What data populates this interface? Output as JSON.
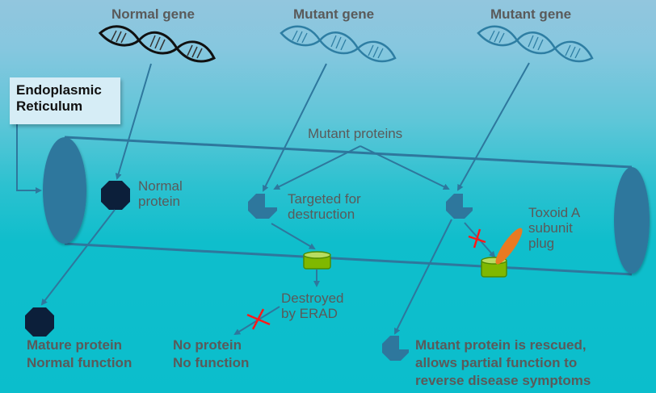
{
  "title_labels": {
    "normal_gene": "Normal gene",
    "mutant_gene_1": "Mutant gene",
    "mutant_gene_2": "Mutant gene"
  },
  "organelle": {
    "line1": "Endoplasmic",
    "line2": "Reticulum"
  },
  "labels": {
    "normal_protein_1": "Normal",
    "normal_protein_2": "protein",
    "mutant_proteins": "Mutant proteins",
    "targeted_1": "Targeted for",
    "targeted_2": "destruction",
    "toxoid_1": "Toxoid A",
    "toxoid_2": "subunit",
    "toxoid_3": "plug",
    "destroyed_1": "Destroyed",
    "destroyed_2": "by ERAD"
  },
  "outcomes": {
    "normal_1": "Mature protein",
    "normal_2": "Normal function",
    "destroyed_1": "No protein",
    "destroyed_2": "No function",
    "rescued_1": "Mutant protein is rescued,",
    "rescued_2": "allows partial function to",
    "rescued_3": "reverse disease symptoms"
  },
  "colors": {
    "normal_dna": "#111111",
    "mutant_dna": "#2e7ea3",
    "normal_protein": "#0c1f3a",
    "mutant_protein": "#2e779d",
    "erad_channel": "#7fb800",
    "toxoid_plug": "#e87a22",
    "block_mark": "#ff1a1a",
    "er_tube": "#2e779d"
  }
}
